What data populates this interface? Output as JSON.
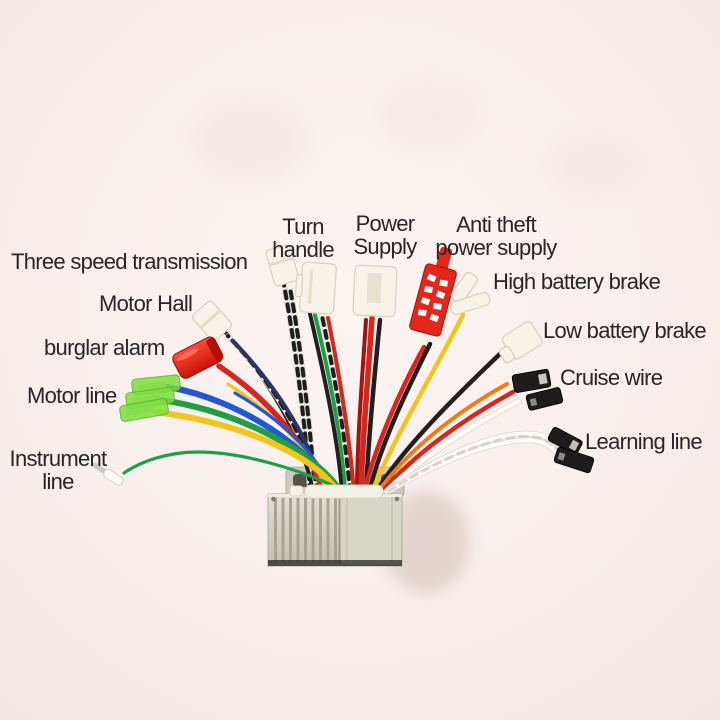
{
  "scene": {
    "background": "#f8efec",
    "text_color": "#292526"
  },
  "labels": {
    "three_speed": "Three speed transmission",
    "motor_hall": "Motor Hall",
    "burglar_alarm": "burglar alarm",
    "motor_line": "Motor line",
    "instrument_line": "Instrument line",
    "turn_handle": "Turn handle",
    "power_supply": "Power Supply",
    "anti_theft": "Anti theft power supply",
    "high_battery_brake": "High battery brake",
    "low_battery_brake": "Low battery brake",
    "cruise_wire": "Cruise wire",
    "learning_line": "Learning line"
  },
  "palette": {
    "red": "#d8251d",
    "dark_red": "#a31410",
    "black": "#221f1f",
    "navy": "#2c3560",
    "blue": "#2356d6",
    "green": "#1f9e48",
    "yellow": "#f2c51d",
    "orange": "#ef7c17",
    "white_wire": "#fdfcf9",
    "stripe_base": "#fbfaf7",
    "stripe_dash": "#1e1e1e",
    "connector_white": "#f7f3e8",
    "connector_red": "#e6261a",
    "connector_red_dark": "#b01208",
    "connector_black": "#1d1b1b",
    "spade_green": "#7ddf3c",
    "spade_metal": "#ccd5c2",
    "terminal_metal": "#c6cac4",
    "controller_silver": "#d6d3c7",
    "controller_fin_shadow": "#a7a497",
    "controller_panel": "#d8d5c9",
    "tab_metal": "#ccc9bd"
  },
  "components": [
    "controller-box",
    "heatsink-fins",
    "mounting-tabs",
    "wire-harness",
    "three-speed-connector",
    "motor-hall-connector",
    "burglar-alarm-connector",
    "motor-line-spade-terminals",
    "instrument-line-terminal",
    "turn-handle-connector",
    "power-supply-connector",
    "anti-theft-connector",
    "high-battery-brake-connector",
    "low-battery-brake-connector",
    "cruise-wire-connectors",
    "learning-line-connectors"
  ]
}
